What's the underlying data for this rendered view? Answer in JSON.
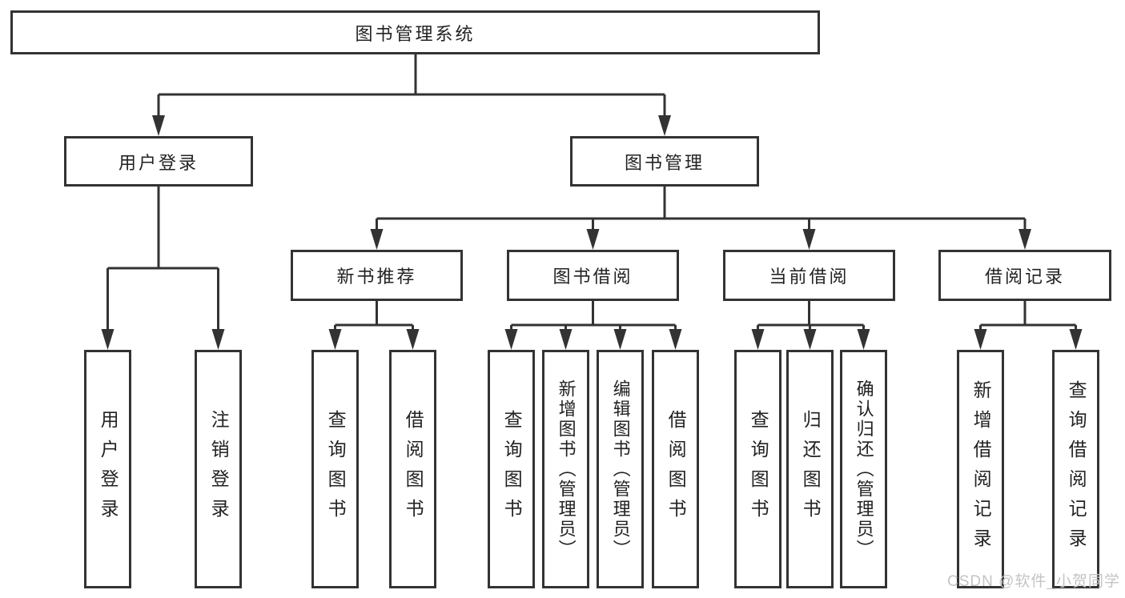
{
  "tree": {
    "root": {
      "label": "图书管理系统"
    },
    "level2": [
      {
        "label": "用户登录",
        "children": [
          {
            "label": "用户登录"
          },
          {
            "label": "注销登录"
          }
        ]
      },
      {
        "label": "图书管理",
        "children": [
          {
            "label": "新书推荐",
            "children": [
              {
                "label": "查询图书"
              },
              {
                "label": "借阅图书"
              }
            ]
          },
          {
            "label": "图书借阅",
            "children": [
              {
                "label": "查询图书"
              },
              {
                "label": "新增图书（管理员）"
              },
              {
                "label": "编辑图书（管理员）"
              },
              {
                "label": "借阅图书"
              }
            ]
          },
          {
            "label": "当前借阅",
            "children": [
              {
                "label": "查询图书"
              },
              {
                "label": "归还图书"
              },
              {
                "label": "确认归还（管理员）"
              }
            ]
          },
          {
            "label": "借阅记录",
            "children": [
              {
                "label": "新增借阅记录"
              },
              {
                "label": "查询借阅记录"
              }
            ]
          }
        ]
      }
    ]
  },
  "watermark": {
    "text": "CSDN @软件_小贺同学"
  },
  "colors": {
    "line": "#333333",
    "text": "#222222",
    "watermark": "#c4c4c4",
    "background": "#ffffff"
  }
}
